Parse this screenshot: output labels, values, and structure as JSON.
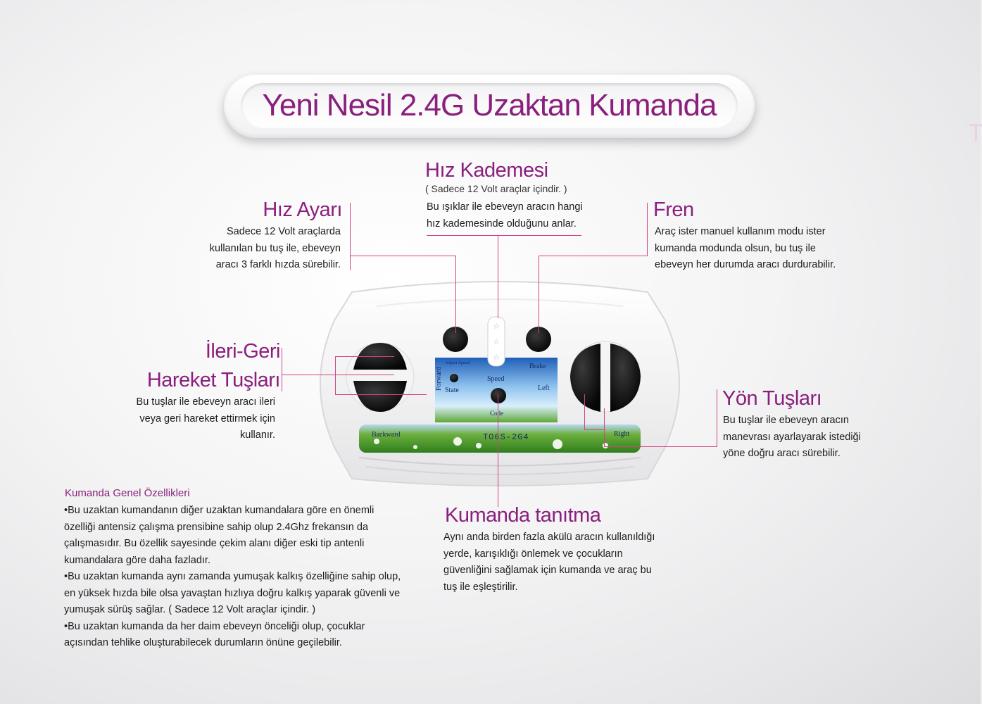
{
  "title": "Yeni Nesil 2.4G Uzaktan Kumanda",
  "side_letter": "T",
  "accent_color": "#8a1f7d",
  "line_color": "#d24287",
  "sections": {
    "hiz_ayari": {
      "heading": "Hız Ayarı",
      "lines": [
        "Sadece 12 Volt  araçlarda",
        "kullanılan bu tuş ile, ebeveyn",
        "aracı 3 farklı hızda sürebilir."
      ]
    },
    "hiz_kademesi": {
      "heading": "Hız Kademesi",
      "subtitle": "( Sadece 12 Volt araçlar içindir. )",
      "lines": [
        "Bu ışıklar ile ebeveyn  aracın hangi",
        "hız kademesinde olduğunu anlar."
      ]
    },
    "fren": {
      "heading": "Fren",
      "lines": [
        "Araç ister manuel kullanım modu ister",
        "kumanda modunda olsun, bu tuş ile",
        "ebeveyn her durumda aracı durdurabilir."
      ]
    },
    "ileri_geri": {
      "heading1": "İleri-Geri",
      "heading2": "Hareket Tuşları",
      "lines": [
        "Bu tuşlar ile ebeveyn aracı ileri",
        "veya geri hareket ettirmek için",
        "kullanır."
      ]
    },
    "yon": {
      "heading": "Yön Tuşları",
      "lines": [
        "Bu tuşlar ile ebeveyn aracın",
        "manevrası ayarlayarak istediği",
        "yöne doğru aracı sürebilir."
      ]
    },
    "tanitma": {
      "heading": "Kumanda tanıtma",
      "lines": [
        "Aynı anda birden fazla akülü aracın kullanıldığı",
        "yerde, karışıklığı önlemek ve çocukların",
        "güvenliğini sağlamak için kumanda ve araç bu",
        "tuş ile eşleştirilir."
      ]
    },
    "genel": {
      "heading": "Kumanda Genel Özellikleri",
      "lines": [
        "•Bu uzaktan kumandanın diğer uzaktan kumandalara göre en önemli",
        "özelliği antensiz  çalışma prensibine sahip olup 2.4Ghz frekansın da",
        "çalışmasıdır. Bu özellik sayesinde çekim alanı diğer eski tip antenli",
        "kumandalara göre daha fazladır.",
        "•Bu uzaktan kumanda aynı zamanda yumuşak kalkış özelliğine sahip olup,",
        "en yüksek hızda bile olsa yavaştan hızlıya doğru kalkış yaparak güvenli ve",
        "yumuşak sürüş sağlar. ( Sadece 12 Volt araçlar içindir. )",
        "•Bu uzaktan kumanda da her daim ebeveyn önceliği olup, çocuklar",
        "açısından tehlike oluşturabilecek durumların önüne geçilebilir."
      ]
    }
  },
  "remote": {
    "labels": {
      "forward": "Forward",
      "adjust_speed": "Adjust Speed",
      "state": "State",
      "speed": "Speed",
      "brake": "Brake",
      "left": "Left",
      "code": "Code",
      "right": "Right",
      "backward": "Backward",
      "model": "TO6S-2G4"
    }
  }
}
